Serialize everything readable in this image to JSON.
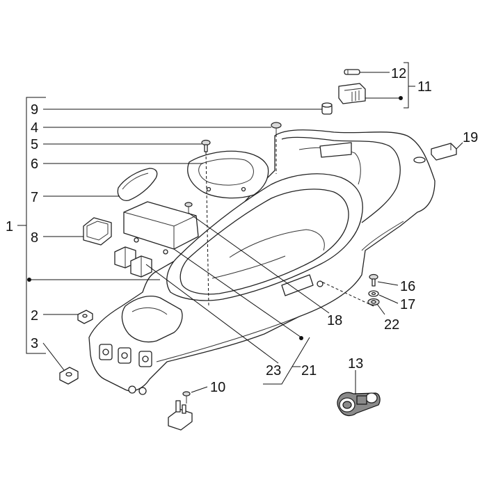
{
  "callouts": {
    "c1": "1",
    "c2": "2",
    "c3": "3",
    "c4": "4",
    "c5": "5",
    "c6": "6",
    "c7": "7",
    "c8": "8",
    "c9": "9",
    "c10": "10",
    "c11": "11",
    "c12": "12",
    "c13": "13",
    "c16": "16",
    "c17": "17",
    "c18": "18",
    "c19": "19",
    "c21": "21",
    "c22": "22",
    "c23": "23"
  }
}
